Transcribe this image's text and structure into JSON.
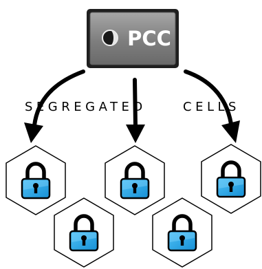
{
  "header": {
    "label": "PCC",
    "logo_icon": "half-moon-icon"
  },
  "caption": {
    "word1": "SEGREGATED",
    "word2": "CELLS"
  },
  "cells": [
    {
      "icon": "padlock-icon"
    },
    {
      "icon": "padlock-icon"
    },
    {
      "icon": "padlock-icon"
    },
    {
      "icon": "padlock-icon"
    },
    {
      "icon": "padlock-icon"
    }
  ],
  "colors": {
    "box_dark": "#2b2b2b",
    "box_light": "#8a8a8a",
    "lock_body": "#1a9fe0",
    "lock_highlight": "#5cc3f3",
    "outline": "#000000"
  }
}
